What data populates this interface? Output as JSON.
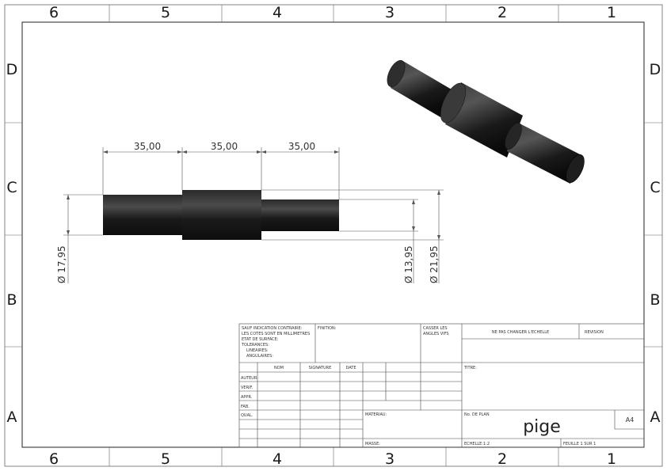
{
  "zones": {
    "columns": [
      "6",
      "5",
      "4",
      "3",
      "2",
      "1"
    ],
    "rows": [
      "D",
      "C",
      "B",
      "A"
    ]
  },
  "dimensions": {
    "length_1": "35,00",
    "length_2": "35,00",
    "length_3": "35,00",
    "dia_left": "Ø 17,95",
    "dia_right_small": "Ø 13,95",
    "dia_right_large": "Ø 21,95"
  },
  "title_block": {
    "notes": [
      "SAUF INDICATION CONTRAIRE:",
      "LES COTES SONT EN MILLIMETRES",
      "ETAT DE SURFACE:",
      "TOLERANCES:",
      "LINEAIRES:",
      "ANGULAIRES:"
    ],
    "finition": "FINITION:",
    "casser_angles": [
      "CASSER LES",
      "ANGLES VIFS"
    ],
    "ne_pas_changer": "NE PAS CHANGER L'ECHELLE",
    "revision": "REVISION",
    "headers": [
      "NOM",
      "SIGNATURE",
      "DATE"
    ],
    "roles": [
      "AUTEUR",
      "VERIF.",
      "APPR.",
      "FAB.",
      "QUAL."
    ],
    "titre": "TITRE:",
    "materiau": "MATERIAU:",
    "masse": "MASSE:",
    "no_plan": "No. DE PLAN",
    "part_name": "pige",
    "sheet_size": "A4",
    "echelle": "ECHELLE:1:2",
    "feuille": "FEUILLE 1 SUR 1"
  },
  "colors": {
    "part_dark": "#1c1c1c",
    "part_light": "#4a4a4a",
    "line": "#444444"
  }
}
